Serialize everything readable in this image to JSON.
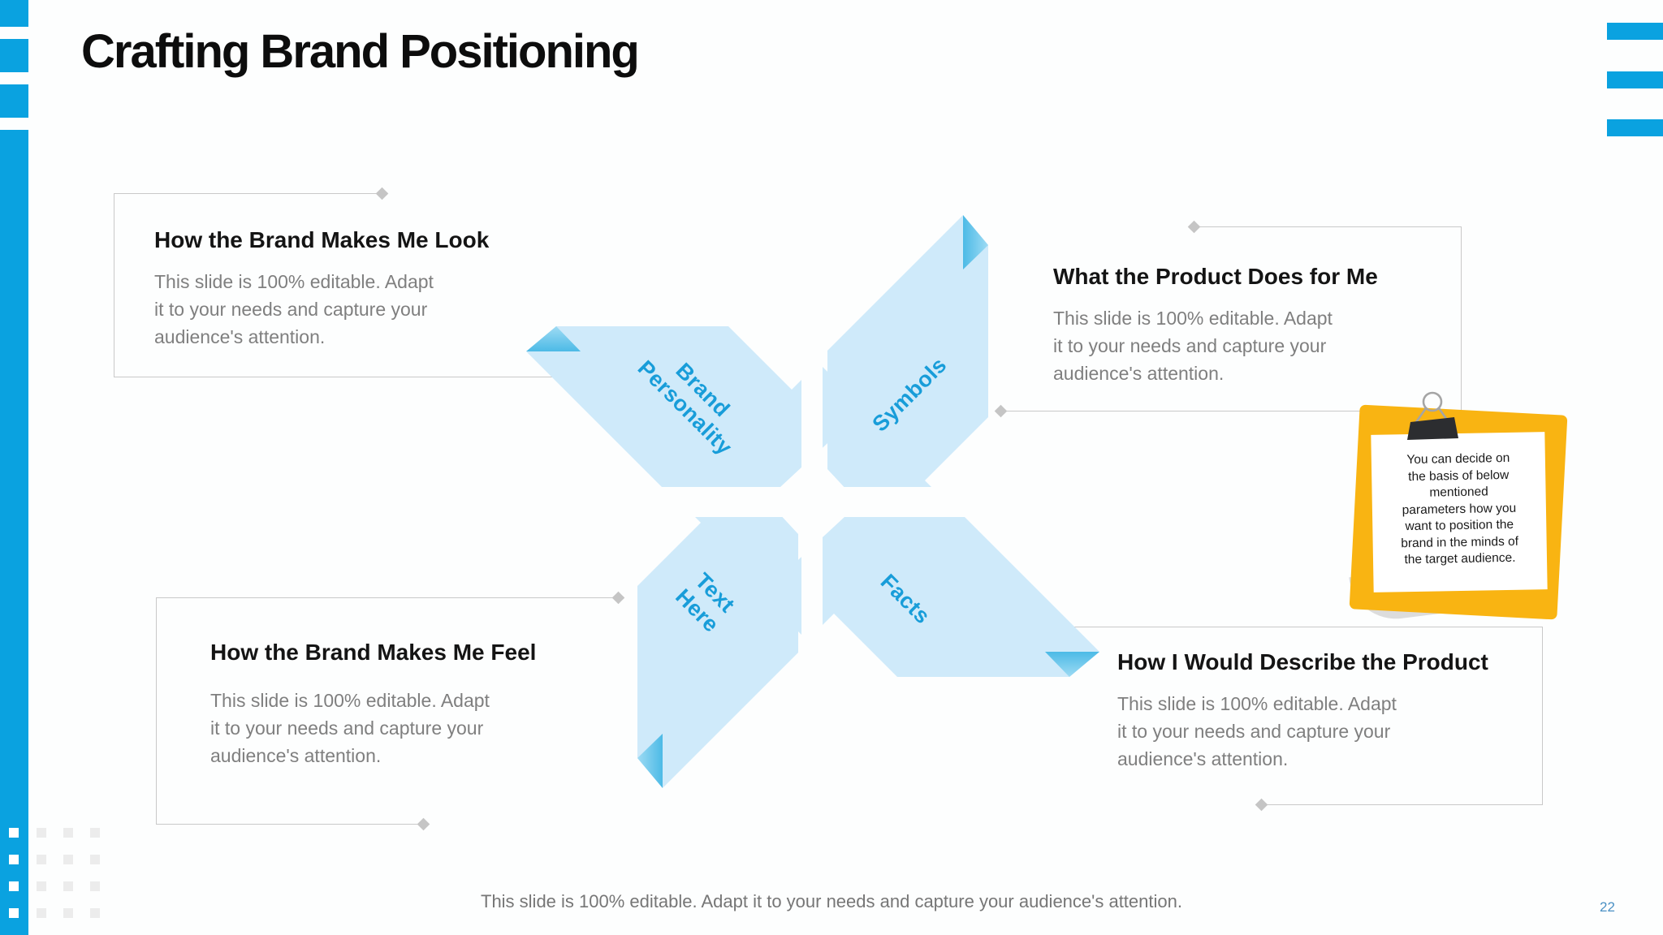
{
  "slide": {
    "title": "Crafting Brand Positioning",
    "page_number": "22",
    "footer": "This slide is 100% editable. Adapt it to your needs and capture your audience's attention."
  },
  "boxes": {
    "top_left": {
      "heading": "How the Brand Makes Me Look",
      "body": "This slide is 100% editable. Adapt\nit to your needs and capture your\naudience's attention."
    },
    "top_right": {
      "heading": "What the Product Does for Me",
      "body": "This slide is 100% editable. Adapt\nit to your needs and capture your\naudience's attention."
    },
    "bottom_left": {
      "heading": "How the Brand Makes Me Feel",
      "body": "This slide is 100% editable. Adapt\nit to your needs and capture your\naudience's attention."
    },
    "bottom_right": {
      "heading": "How I Would Describe the Product",
      "body": "This slide is 100% editable. Adapt\nit to your needs and capture your\naudience's attention."
    }
  },
  "diagram": {
    "labels": {
      "brand": [
        "Brand",
        "Personality"
      ],
      "symbols": [
        "Symbols"
      ],
      "text_here": [
        "Text",
        "Here"
      ],
      "facts": [
        "Facts"
      ]
    },
    "colors": {
      "band": "#cfeafa",
      "fold_dark": "#4cbae6",
      "label": "#189dd9"
    }
  },
  "sticky_note": {
    "text": "You can decide on\nthe basis of below\nmentioned\nparameters how you\nwant to position the\nbrand in the minds of\nthe target audience.",
    "color": "#f9b412"
  },
  "colors": {
    "accent_blue": "#0aa2e0",
    "border_gray": "#c9c9c9",
    "body_gray": "#7f7f7f",
    "page_number_blue": "#4a90c4"
  }
}
